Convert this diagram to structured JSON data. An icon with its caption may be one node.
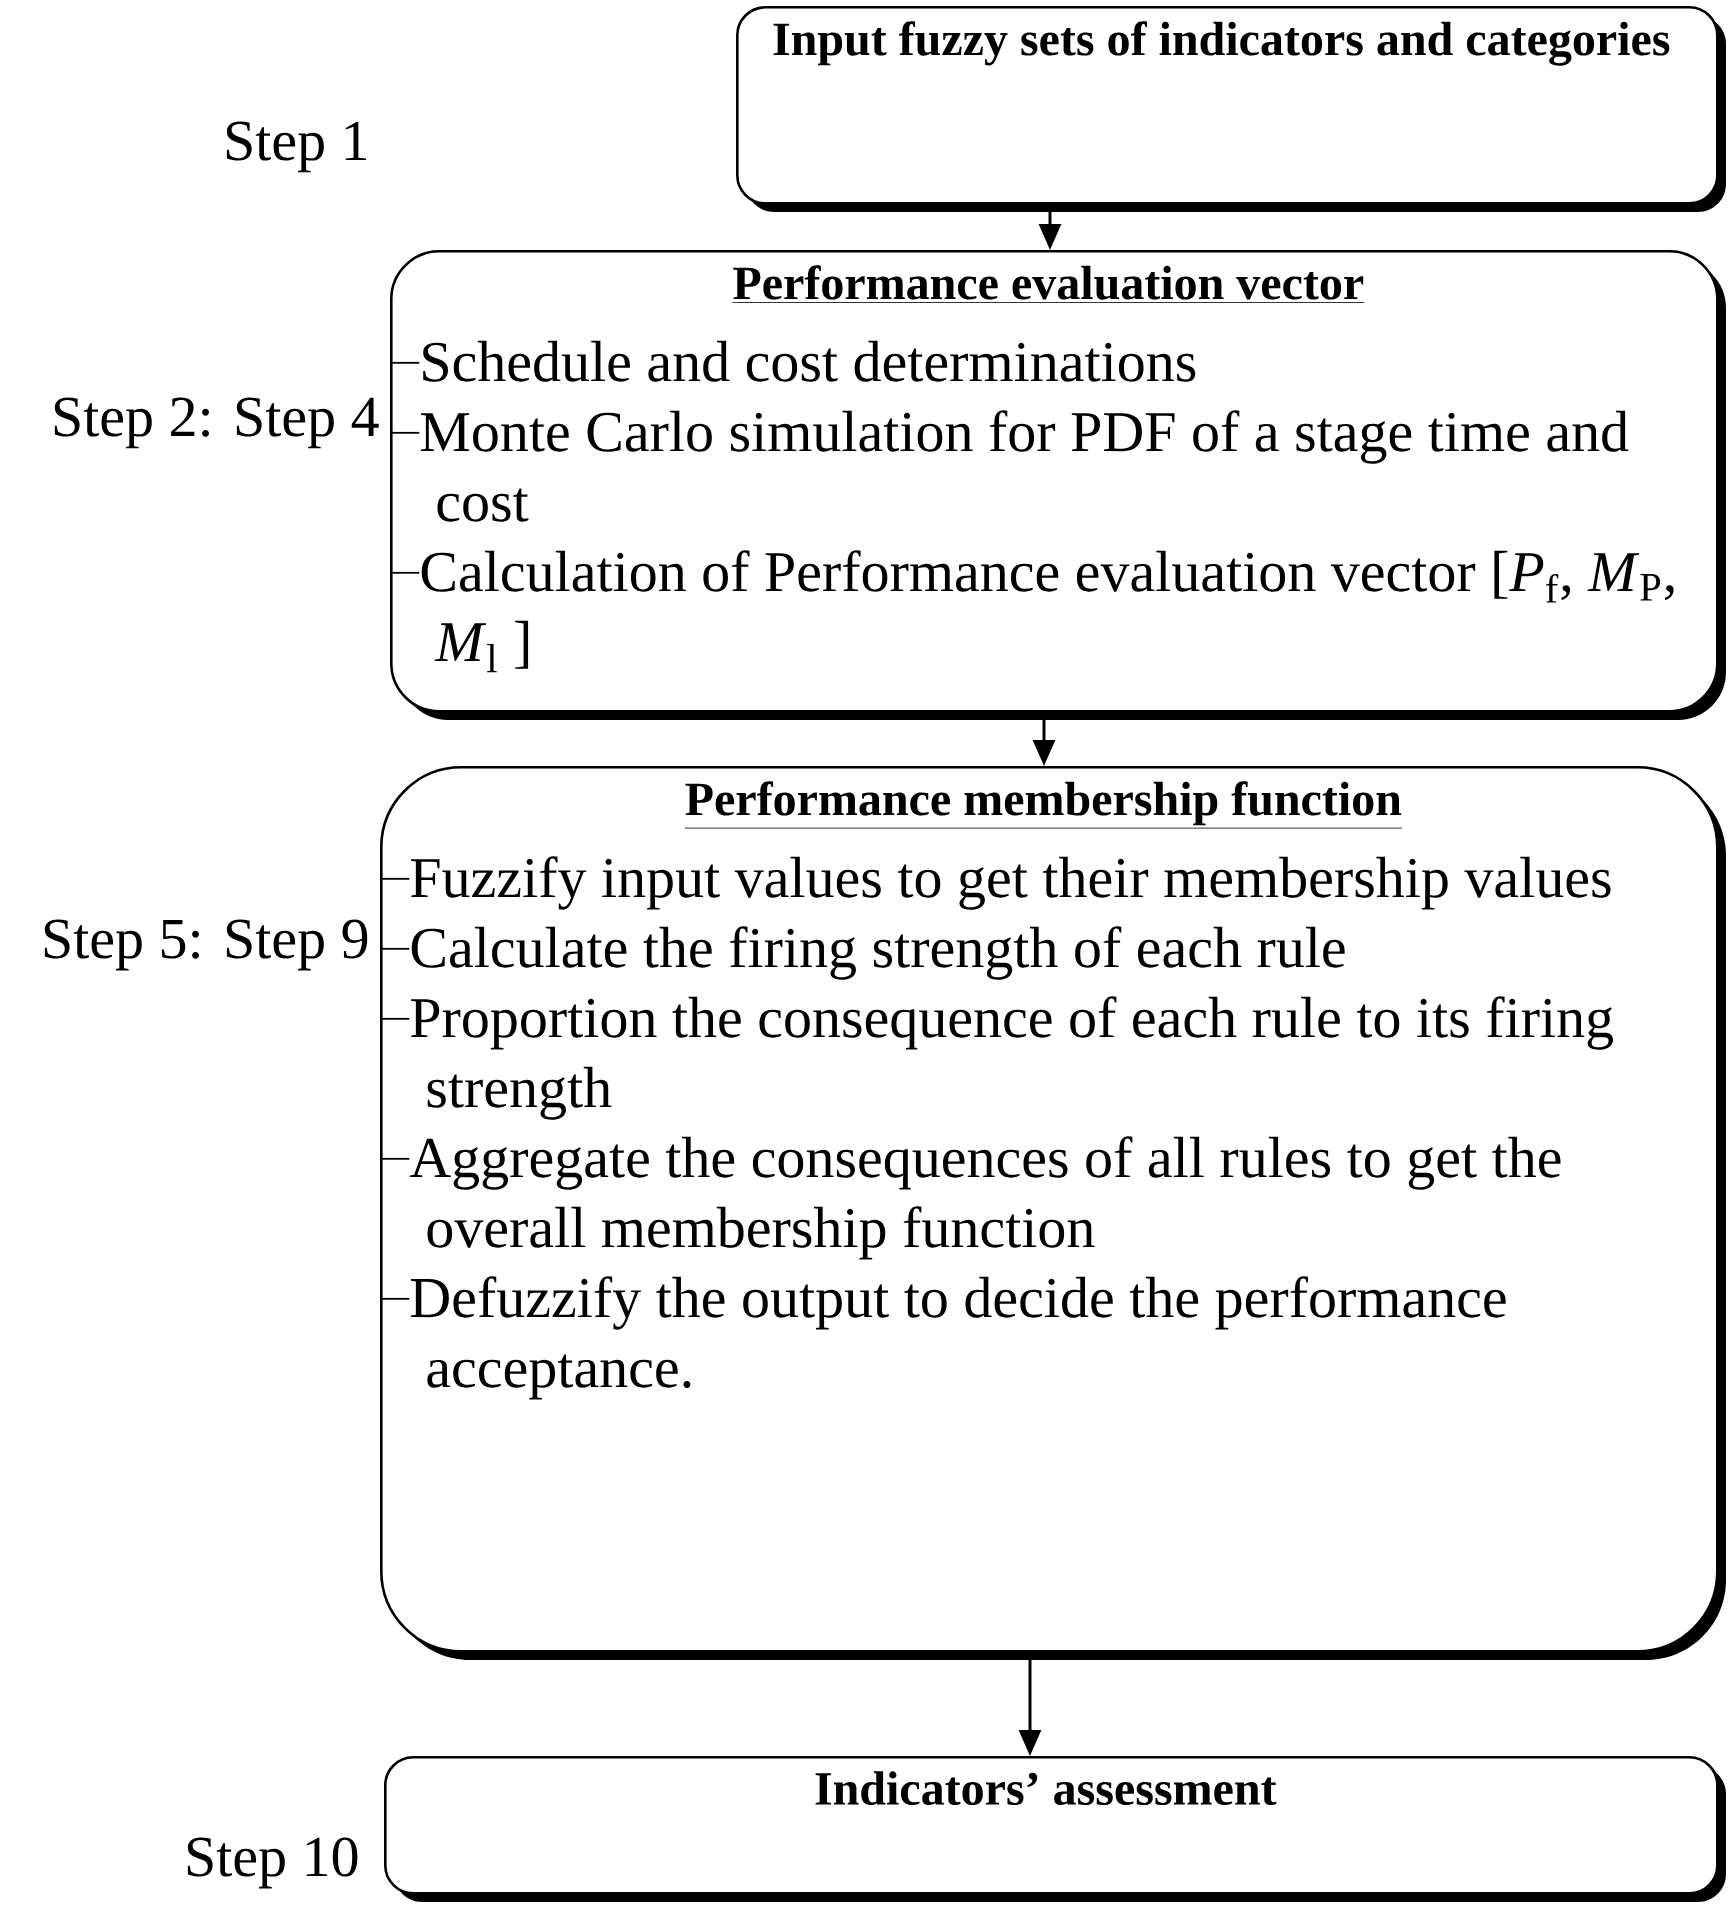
{
  "diagram": {
    "nodes": [
      {
        "text": [
          "Input fuzzy sets of indicators and categories"
        ]
      },
      {
        "text": [
          "Performance evaluation vector",
          "Schedule and cost determinations",
          "Monte Carlo simulation for PDF of a stage time and cost",
          "Calculation of Performance evaluation vector [*P*$_{f}$, *M*$_{P}$, *M*$_{l}$ ]"
        ],
        "beside": [
          "Step 2: Step 4"
        ]
      },
      {
        "text": [
          "Performance membership function",
          "Fuzzify input values to get their membership values",
          "Calculate the firing strength of each rule",
          "Proportion the consequence of each rule to its firing strength",
          "Aggregate the consequences of all rules to get the overall membership function",
          "Defuzzify the output to decide the performance acceptance."
        ],
        "beside": [
          "Step 5: Step 9"
        ]
      },
      {
        "text": [
          "Indicators’ assessment"
        ],
        "beside": [
          "Step 10"
        ]
      }
    ],
    "edges": [
      {
        "from": 0,
        "to": 1,
        "arrow": "to"
      },
      {
        "from": 1,
        "to": 2,
        "arrow": "to"
      },
      {
        "from": 2,
        "to": 3,
        "arrow": "to"
      }
    ],
    "labels": [
      "Step 1"
    ]
  }
}
